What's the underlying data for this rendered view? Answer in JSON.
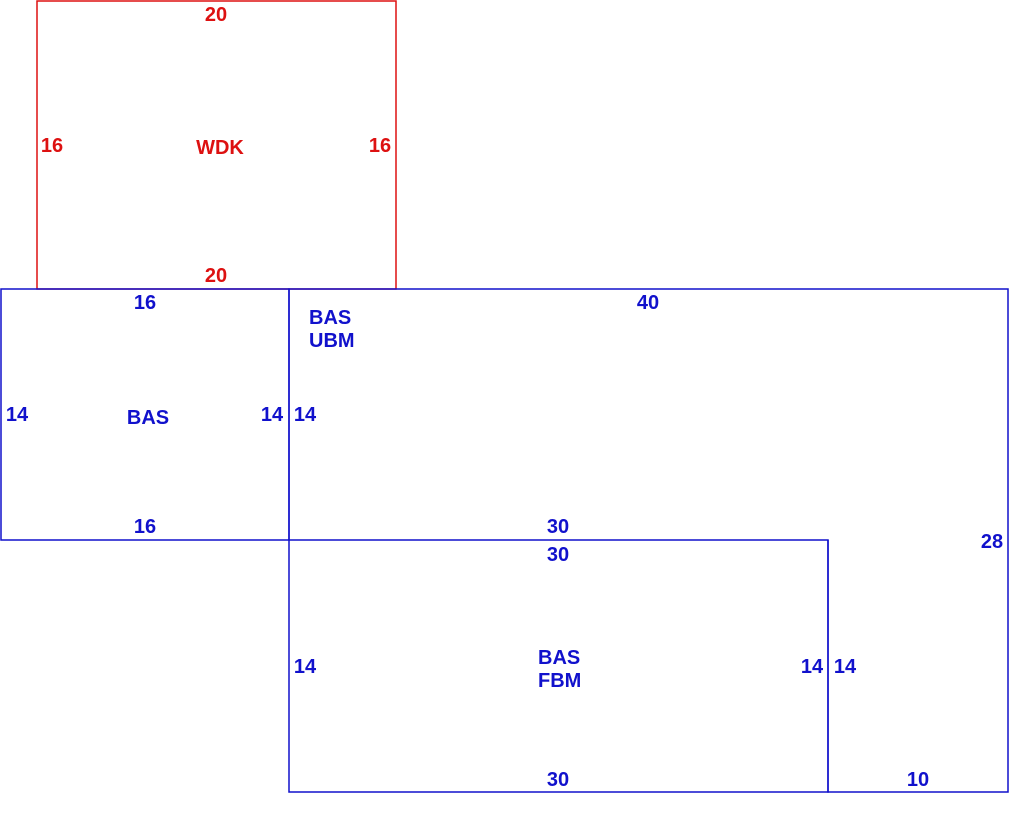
{
  "colors": {
    "red": "#dd1111",
    "blue": "#1111cc"
  },
  "wdk": {
    "name": "WDK",
    "top": "20",
    "bottom": "20",
    "left": "16",
    "right": "16"
  },
  "bas_left": {
    "name": "BAS",
    "top": "16",
    "bottom": "16",
    "left": "14",
    "right": "14"
  },
  "bas_ubm": {
    "name_line1": "BAS",
    "name_line2": "UBM",
    "top": "40",
    "left": "14",
    "right": "28",
    "inner_bottom": "30",
    "inner_left": "14",
    "bottom_right": "10"
  },
  "bas_fbm": {
    "name_line1": "BAS",
    "name_line2": "FBM",
    "top": "30",
    "bottom": "30",
    "left": "14",
    "right": "14"
  }
}
